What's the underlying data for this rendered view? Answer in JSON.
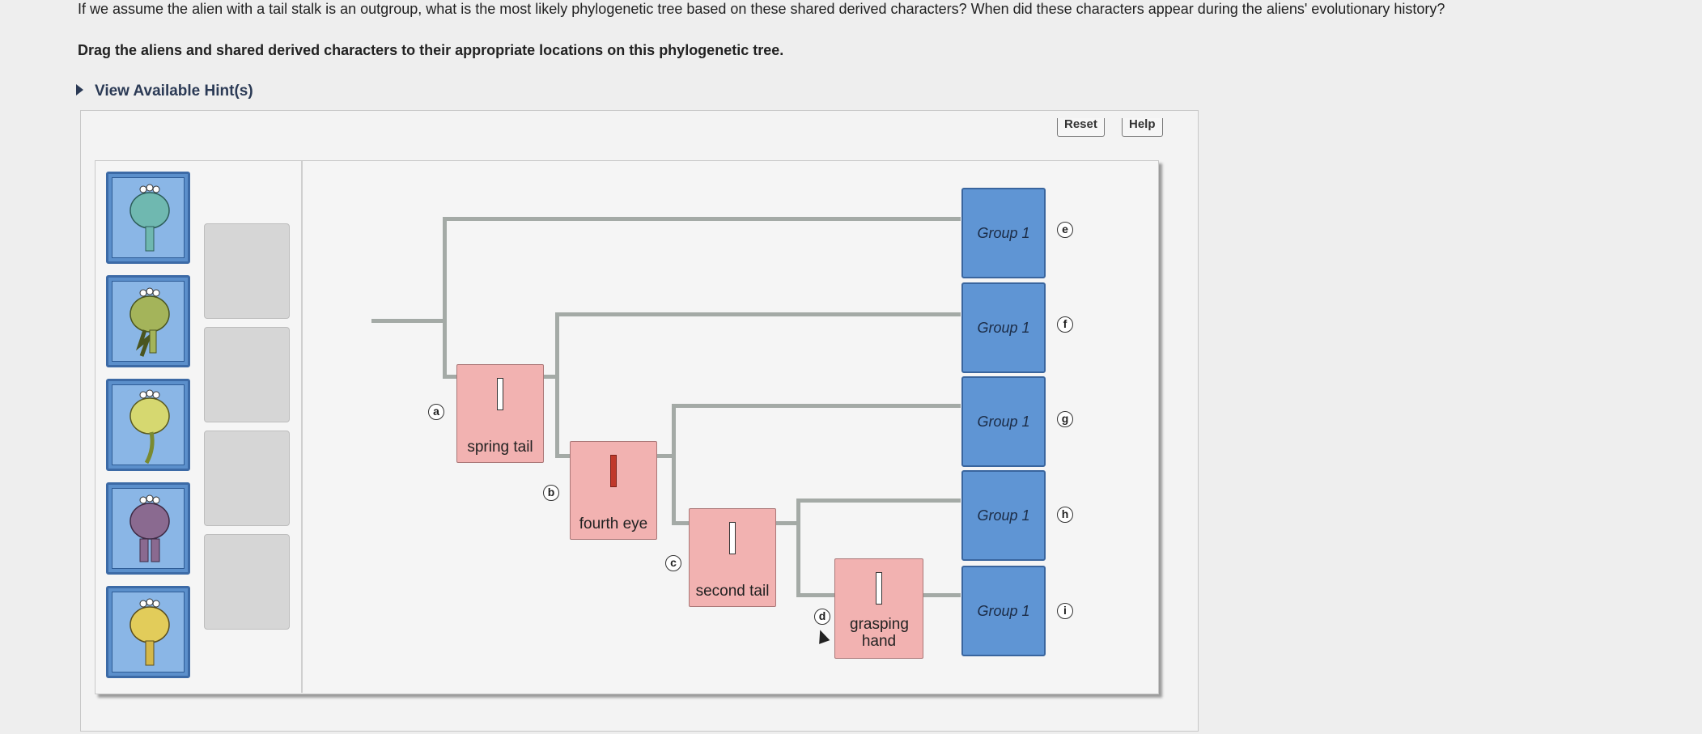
{
  "question": {
    "line1": "If we assume the alien with a tail stalk is an outgroup, what is the most likely phylogenetic tree based on these shared derived characters? When did these characters appear during the aliens' evolutionary history?",
    "line2": "Drag the aliens and shared derived characters to their appropriate locations on this phylogenetic tree."
  },
  "hint_label": "View Available Hint(s)",
  "toolbar": {
    "reset_label": "Reset",
    "help_label": "Help"
  },
  "aliens": [
    {
      "icon": "alien-teal-stalk-icon",
      "color": "#6fb8b0"
    },
    {
      "icon": "alien-olive-springtail-icon",
      "color": "#a4b45a"
    },
    {
      "icon": "alien-yellow-longtail-icon",
      "color": "#d6d870"
    },
    {
      "icon": "alien-purple-hands-icon",
      "color": "#8a6a90"
    },
    {
      "icon": "alien-yellow-stalk-icon",
      "color": "#e2cc5a"
    }
  ],
  "characters": [
    {
      "label": "spring tail",
      "marker": "a",
      "filled": false
    },
    {
      "label": "fourth eye",
      "marker": "b",
      "filled": true
    },
    {
      "label": "second tail",
      "marker": "c",
      "filled": false
    },
    {
      "label": "grasping hand",
      "marker": "d",
      "filled": false
    }
  ],
  "groups": [
    {
      "label": "Group 1",
      "marker": "e"
    },
    {
      "label": "Group 1",
      "marker": "f"
    },
    {
      "label": "Group 1",
      "marker": "g"
    },
    {
      "label": "Group 1",
      "marker": "h"
    },
    {
      "label": "Group 1",
      "marker": "i"
    }
  ]
}
